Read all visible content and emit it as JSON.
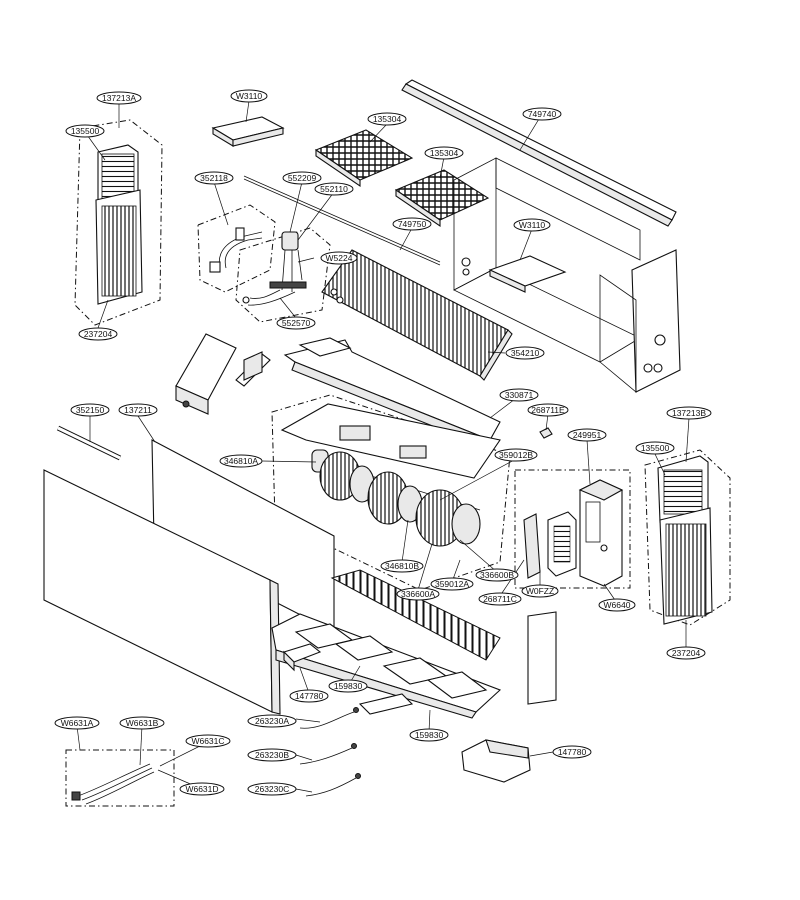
{
  "labels": {
    "l137213A": "137213A",
    "lW3110a": "W3110",
    "l135304a": "135304",
    "l749740": "749740",
    "l135500a": "135500",
    "l135304b": "135304",
    "l352118": "352118",
    "l552209": "552209",
    "l552110": "552110",
    "l749750": "749750",
    "lW3110b": "W3110",
    "lW5224": "W5224",
    "l552570": "552570",
    "l237204a": "237204",
    "l354210": "354210",
    "l330871": "330871",
    "l268711E": "268711E",
    "l352150": "352150",
    "l137211": "137211",
    "l137213B": "137213B",
    "l249951": "249951",
    "l359012B": "359012B",
    "l346810A": "346810A",
    "l135500b": "135500",
    "l346810B": "346810B",
    "l336600B": "336600B",
    "l336600A": "336600A",
    "l359012A": "359012A",
    "l268711C": "268711C",
    "lW0FZZ": "W0FZZ",
    "lW6640": "W6640",
    "l237204b": "237204",
    "l147780a": "147780",
    "l159830a": "159830",
    "l263230A": "263230A",
    "l159830b": "159830",
    "lW6631A": "W6631A",
    "lW6631B": "W6631B",
    "lW6631C": "W6631C",
    "l263230B": "263230B",
    "l147780b": "147780",
    "l263230C": "263230C",
    "lW6631D": "W6631D"
  }
}
